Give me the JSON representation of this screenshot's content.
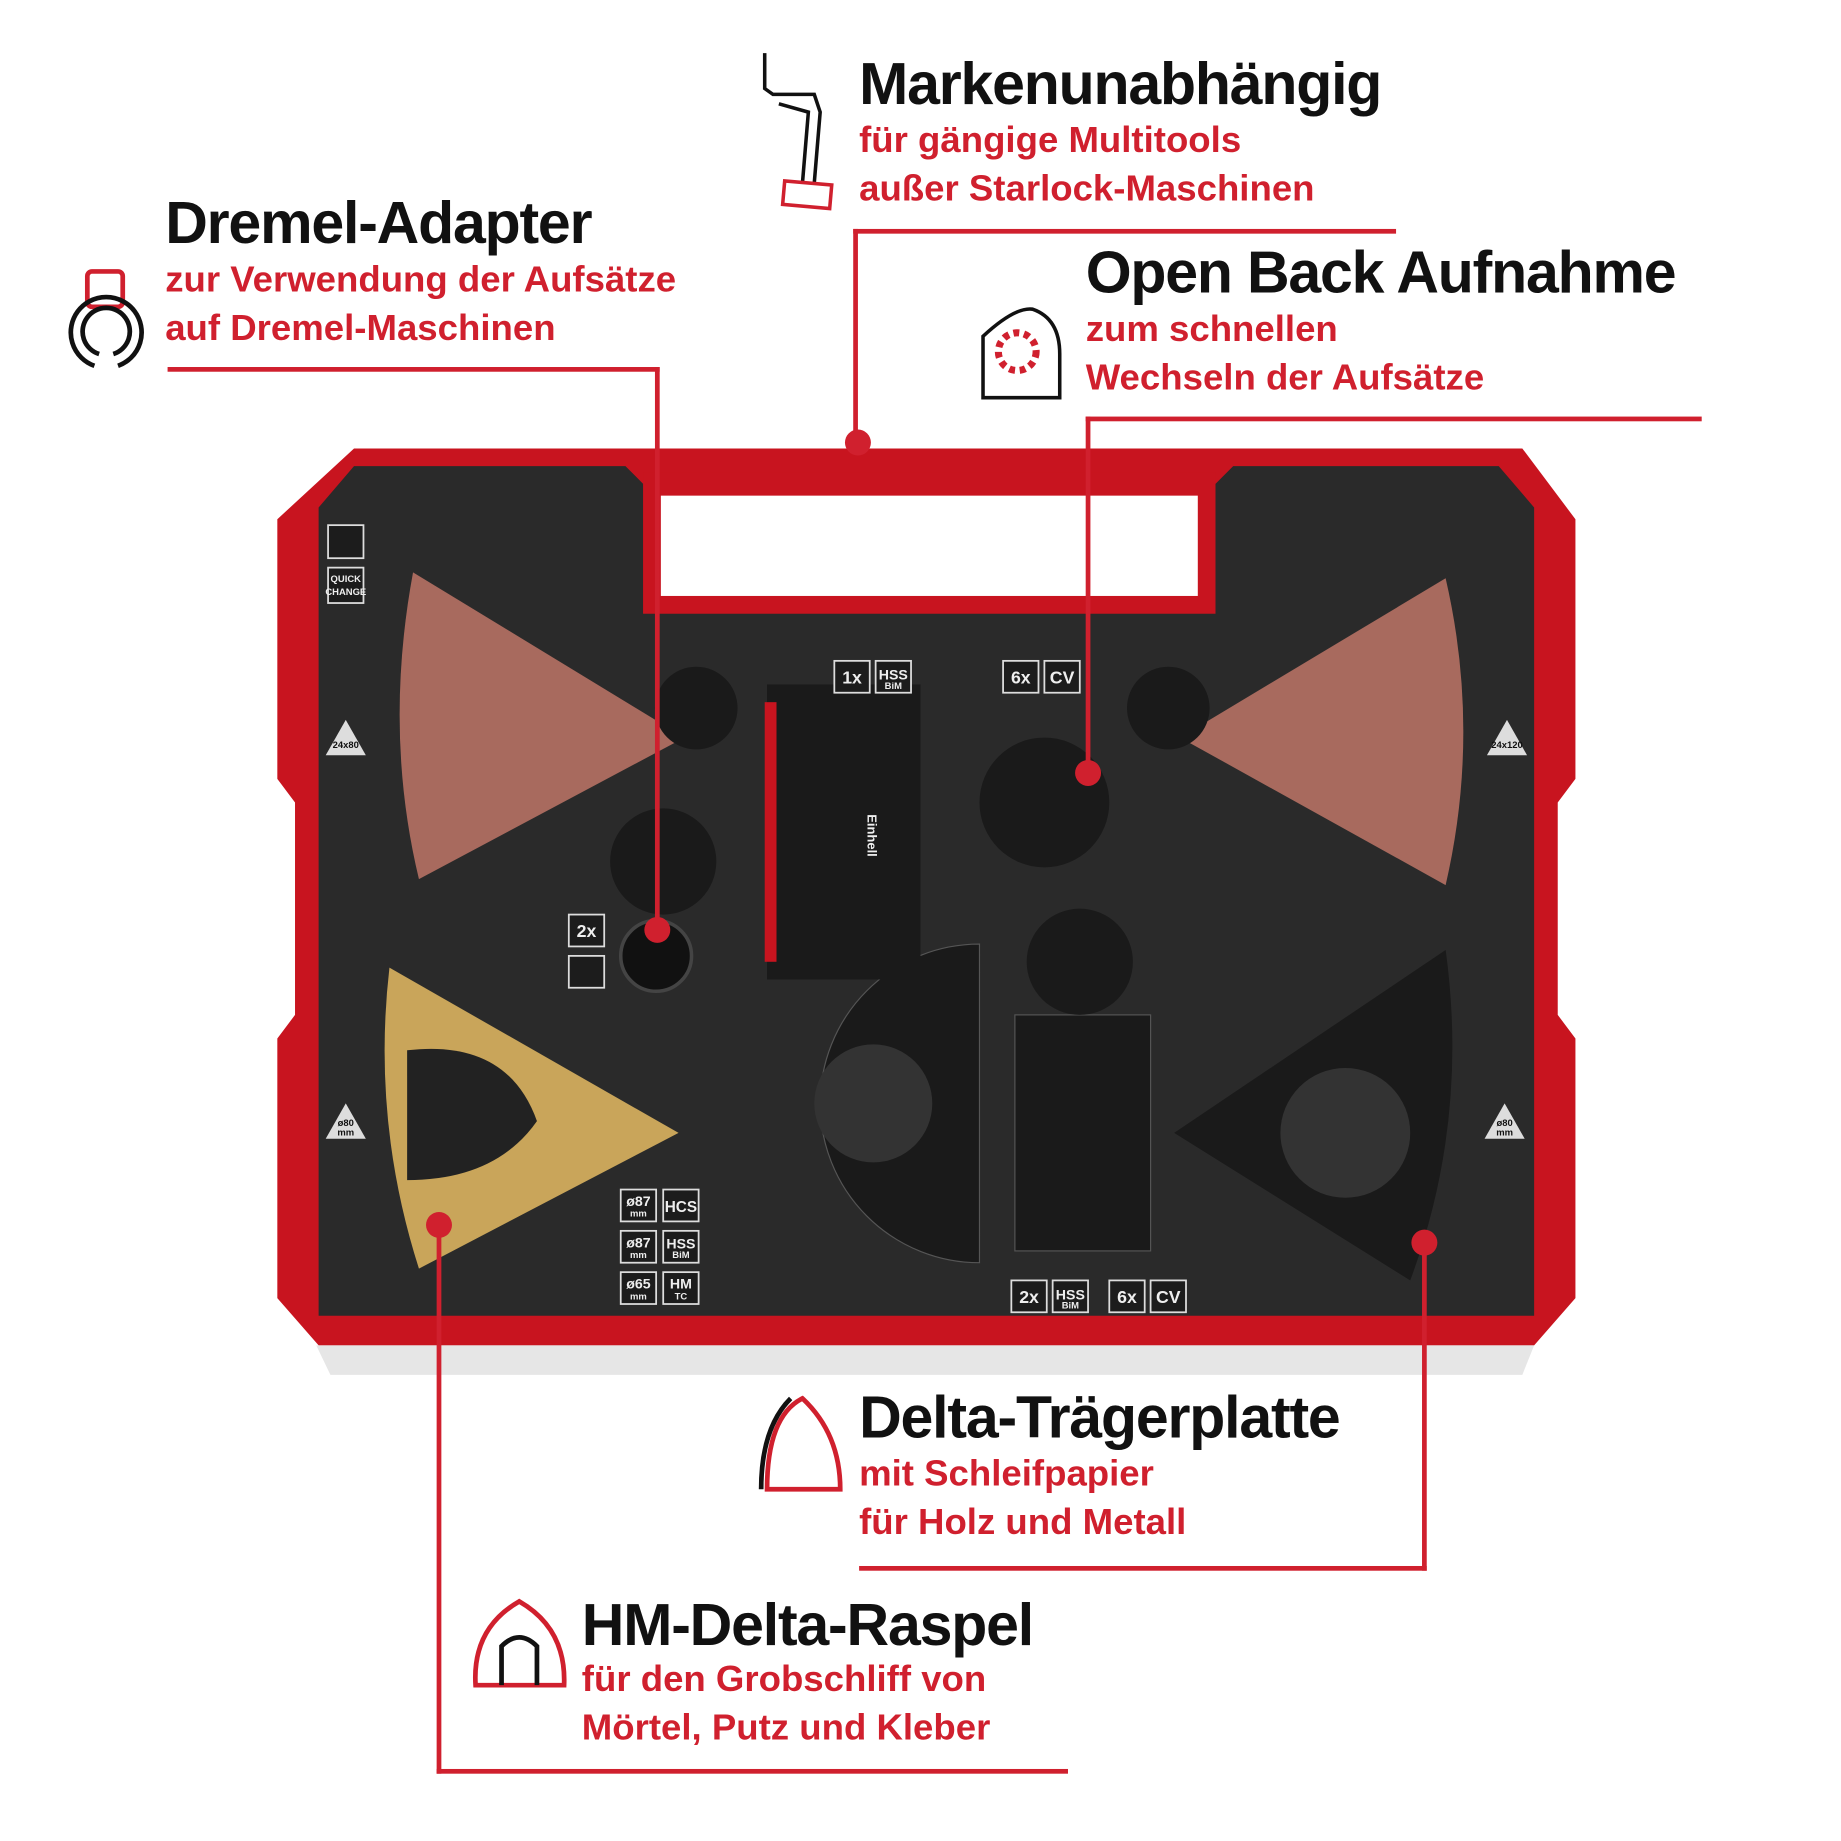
{
  "callouts": {
    "brand_independent": {
      "title": "Markenunabhängig",
      "line1": "für gängige Multitools",
      "line2": "außer Starlock-Maschinen",
      "icon": "multitool-adapter-icon"
    },
    "dremel_adapter": {
      "title": "Dremel-Adapter",
      "line1": "zur Verwendung der Aufsätze",
      "line2": "auf Dremel-Maschinen",
      "icon": "dremel-adapter-icon"
    },
    "open_back": {
      "title": "Open Back Aufnahme",
      "line1": "zum schnellen",
      "line2": "Wechseln der Aufsätze",
      "icon": "open-back-mount-icon"
    },
    "delta_plate": {
      "title": "Delta-Trägerplatte",
      "line1": "mit Schleifpapier",
      "line2": "für Holz und Metall",
      "icon": "delta-sanding-plate-icon"
    },
    "hm_rasp": {
      "title": "HM-Delta-Raspel",
      "line1": "für den Grobschliff von",
      "line2": "Mörtel, Putz und Kleber",
      "icon": "carbide-delta-rasp-icon"
    }
  },
  "case_labels": {
    "quick_change": [
      "QUICK",
      "CHANGE"
    ],
    "sand_left": "24x80",
    "sand_right": "24x120",
    "plate_left": [
      "ø80",
      "mm"
    ],
    "plate_right": [
      "ø80",
      "mm"
    ],
    "top_set": {
      "qty1": "1x",
      "mat1": [
        "HSS",
        "BiM"
      ],
      "qty2": "6x",
      "mat2": "CV"
    },
    "adapter_qty": "2x",
    "segment_blades": [
      {
        "size": [
          "ø87",
          "mm"
        ],
        "mat": [
          "HCS",
          ""
        ]
      },
      {
        "size": [
          "ø87",
          "mm"
        ],
        "mat": [
          "HSS",
          "BiM"
        ]
      },
      {
        "size": [
          "ø65",
          "mm"
        ],
        "mat": [
          "HM",
          "TC"
        ]
      }
    ],
    "bottom_set": {
      "qty1": "2x",
      "mat1": [
        "HSS",
        "BiM"
      ],
      "qty2": "6x",
      "mat2": "CV"
    },
    "brand": "Einhell"
  },
  "colors": {
    "accent": "#d0202e",
    "case_red": "#c8141f",
    "insert": "#2a2a2a",
    "sandpaper": "#a86a5e",
    "gold": "#c9a55a"
  }
}
